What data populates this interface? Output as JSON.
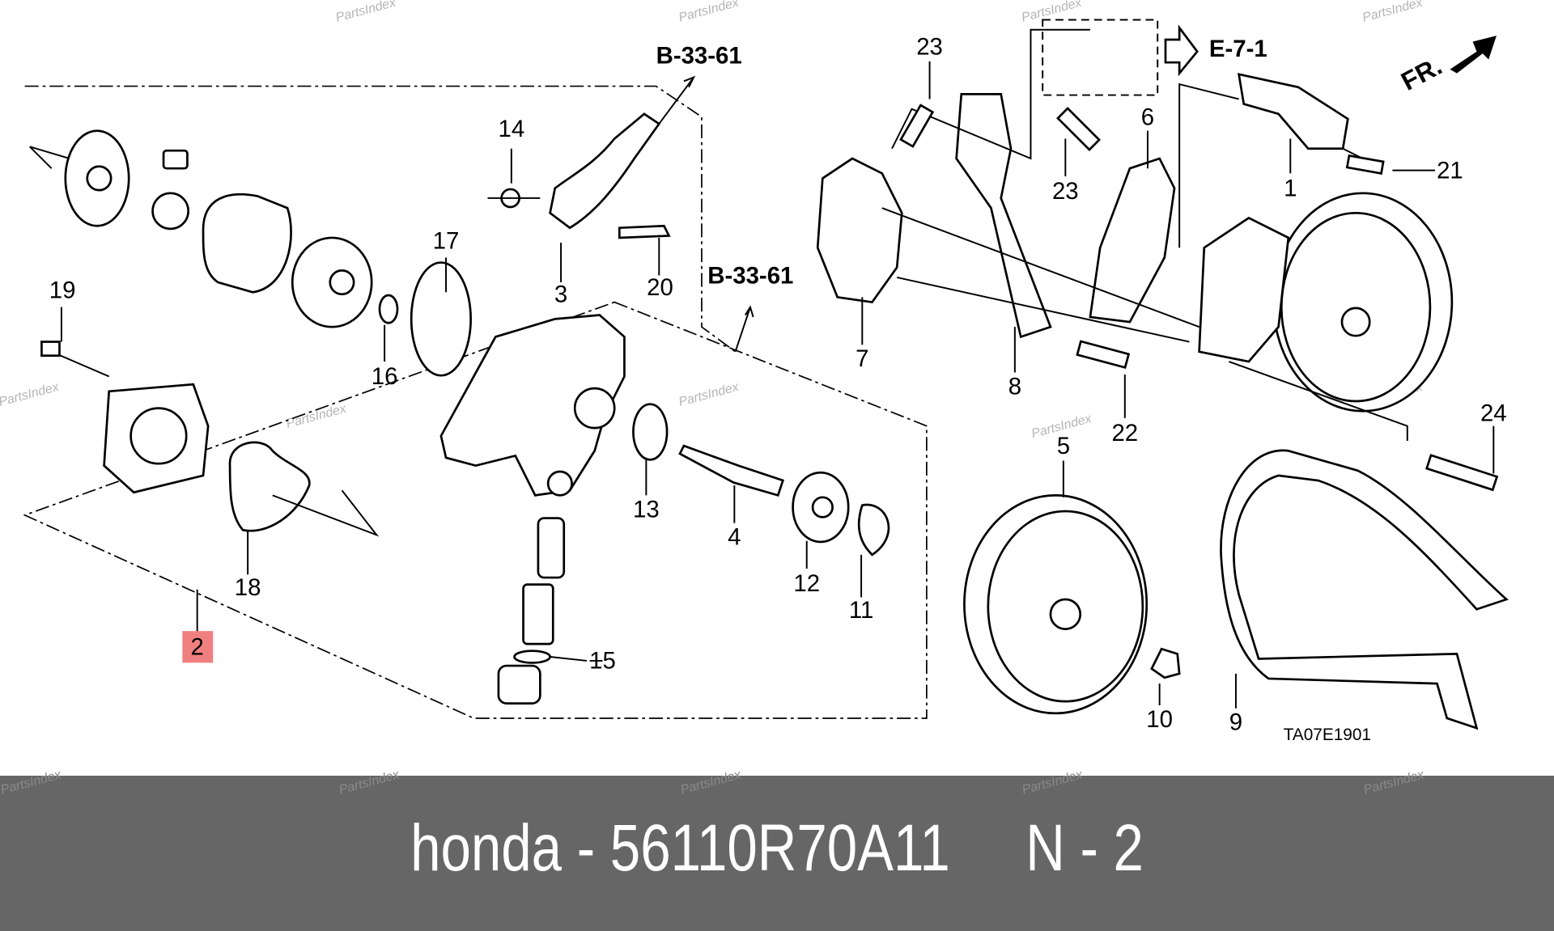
{
  "diagram": {
    "references": {
      "b1": "B-33-61",
      "b2": "B-33-61",
      "e": "E-7-1"
    },
    "front_marker": "FR.",
    "drawing_code": "TA07E1901",
    "callouts": {
      "c1": "1",
      "c2": "2",
      "c3": "3",
      "c4": "4",
      "c5": "5",
      "c6": "6",
      "c7": "7",
      "c8": "8",
      "c9": "9",
      "c10": "10",
      "c11": "11",
      "c12": "12",
      "c13": "13",
      "c14": "14",
      "c15": "15",
      "c16": "16",
      "c17": "17",
      "c18": "18",
      "c19": "19",
      "c20": "20",
      "c21": "21",
      "c22": "22",
      "c23a": "23",
      "c23b": "23",
      "c24": "24"
    },
    "highlighted_callout": "2",
    "highlight_color": "#f08080",
    "watermark": "PartsIndex"
  },
  "footer": {
    "title": "honda - 56110R70A11     N - 2",
    "background": "#666666"
  }
}
